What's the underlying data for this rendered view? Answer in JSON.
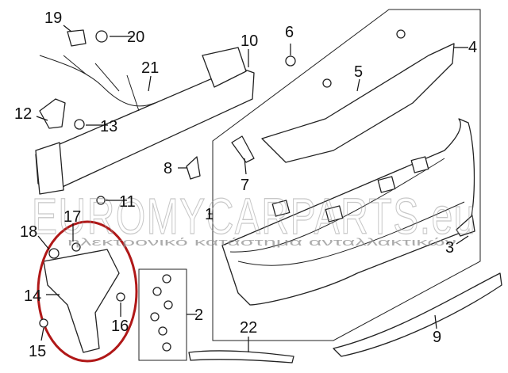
{
  "callouts": {
    "c1": "1",
    "c2": "2",
    "c3": "3",
    "c4": "4",
    "c5": "5",
    "c6": "6",
    "c7": "7",
    "c8": "8",
    "c9": "9",
    "c10": "10",
    "c11": "11",
    "c12": "12",
    "c13": "13",
    "c14": "14",
    "c15": "15",
    "c16": "16",
    "c17": "17",
    "c18": "18",
    "c19": "19",
    "c20": "20",
    "c21": "21",
    "c22": "22"
  },
  "watermark": {
    "brand": "EUROMYCARPARTS.eu",
    "tagline": "ηλεκτρονικό κατάστημα ανταλλακτικών"
  },
  "colors": {
    "highlight": "#b01818",
    "line": "#222222"
  }
}
